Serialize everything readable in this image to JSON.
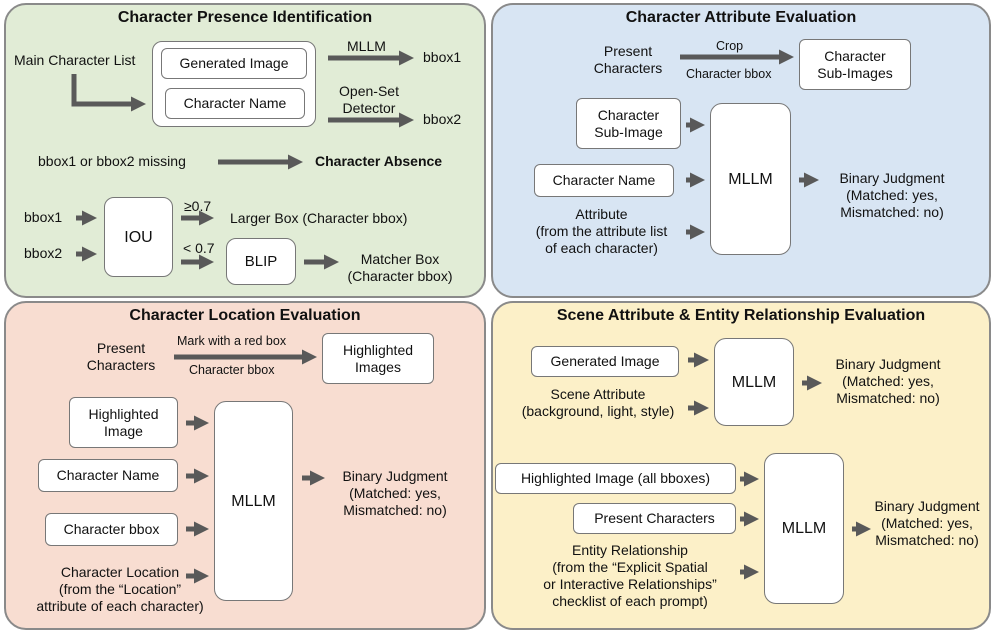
{
  "panel1": {
    "title": "Character Presence Identification",
    "main_list": "Main Character List",
    "generated_image": "Generated Image",
    "character_name": "Character Name",
    "mllm": "MLLM",
    "bbox1": "bbox1",
    "open_set_line1": "Open-Set",
    "open_set_line2": "Detector",
    "bbox2": "bbox2",
    "missing": "bbox1 or bbox2 missing",
    "absence": "Character Absence",
    "bbox1_in": "bbox1",
    "bbox2_in": "bbox2",
    "iou": "IOU",
    "ge07": "≥0.7",
    "lt07": "< 0.7",
    "larger_box": "Larger Box (Character bbox)",
    "blip": "BLIP",
    "matcher_line1": "Matcher Box",
    "matcher_line2": "(Character bbox)"
  },
  "panel2": {
    "title": "Character Attribute Evaluation",
    "present_line1": "Present",
    "present_line2": "Characters",
    "crop": "Crop",
    "char_bbox": "Character bbox",
    "sub_images_line1": "Character",
    "sub_images_line2": "Sub-Images",
    "sub_image_line1": "Character",
    "sub_image_line2": "Sub-Image",
    "character_name": "Character Name",
    "attr_line1": "Attribute",
    "attr_line2": "(from the attribute list",
    "attr_line3": "of each character)",
    "mllm": "MLLM",
    "judg_line1": "Binary Judgment",
    "judg_line2": "(Matched: yes,",
    "judg_line3": "Mismatched: no)"
  },
  "panel3": {
    "title": "Character Location Evaluation",
    "present_line1": "Present",
    "present_line2": "Characters",
    "mark": "Mark with a red box",
    "char_bbox_label": "Character bbox",
    "highlighted_line1": "Highlighted",
    "highlighted_line2": "Images",
    "hl_image_line1": "Highlighted",
    "hl_image_line2": "Image",
    "character_name": "Character Name",
    "character_bbox": "Character bbox",
    "loc_line1": "Character Location",
    "loc_line2": "(from the “Location”",
    "loc_line3": "attribute of each character)",
    "mllm": "MLLM",
    "judg_line1": "Binary Judgment",
    "judg_line2": "(Matched: yes,",
    "judg_line3": "Mismatched: no)"
  },
  "panel4": {
    "title": "Scene Attribute & Entity Relationship Evaluation",
    "generated_image": "Generated Image",
    "scene_line1": "Scene Attribute",
    "scene_line2": "(background, light, style)",
    "mllm1": "MLLM",
    "judg1_line1": "Binary Judgment",
    "judg1_line2": "(Matched: yes,",
    "judg1_line3": "Mismatched: no)",
    "hl_all": "Highlighted Image (all bboxes)",
    "present_chars": "Present Characters",
    "rel_line1": "Entity Relationship",
    "rel_line2": "(from the “Explicit Spatial",
    "rel_line3": "or Interactive Relationships”",
    "rel_line4": "checklist of each prompt)",
    "mllm2": "MLLM",
    "judg2_line1": "Binary Judgment",
    "judg2_line2": "(Matched: yes,",
    "judg2_line3": "Mismatched: no)"
  },
  "colors": {
    "p1": "#e1ecd6",
    "p2": "#d8e5f3",
    "p3": "#f8ddd1",
    "p4": "#fcf0c8",
    "arrow": "#595959"
  }
}
